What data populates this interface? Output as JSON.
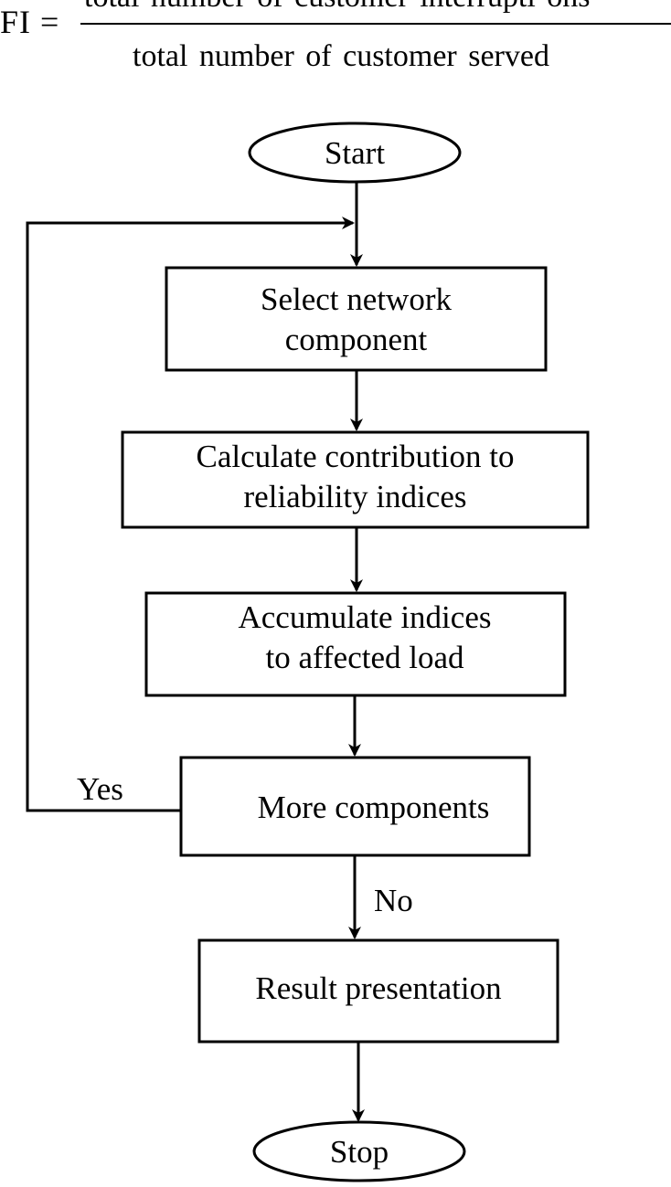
{
  "formula": {
    "lhs": "FI =",
    "numerator": "total number of customer interrupti ons",
    "denominator": "total number of customer served"
  },
  "flowchart": {
    "start": "Start",
    "step1": [
      "Select network",
      "component"
    ],
    "step2": [
      "Calculate contribution to",
      "reliability indices"
    ],
    "step3": [
      "Accumulate indices",
      "to affected load"
    ],
    "decision": "More components",
    "yes_label": "Yes",
    "no_label": "No",
    "step4": "Result presentation",
    "stop": "Stop"
  }
}
